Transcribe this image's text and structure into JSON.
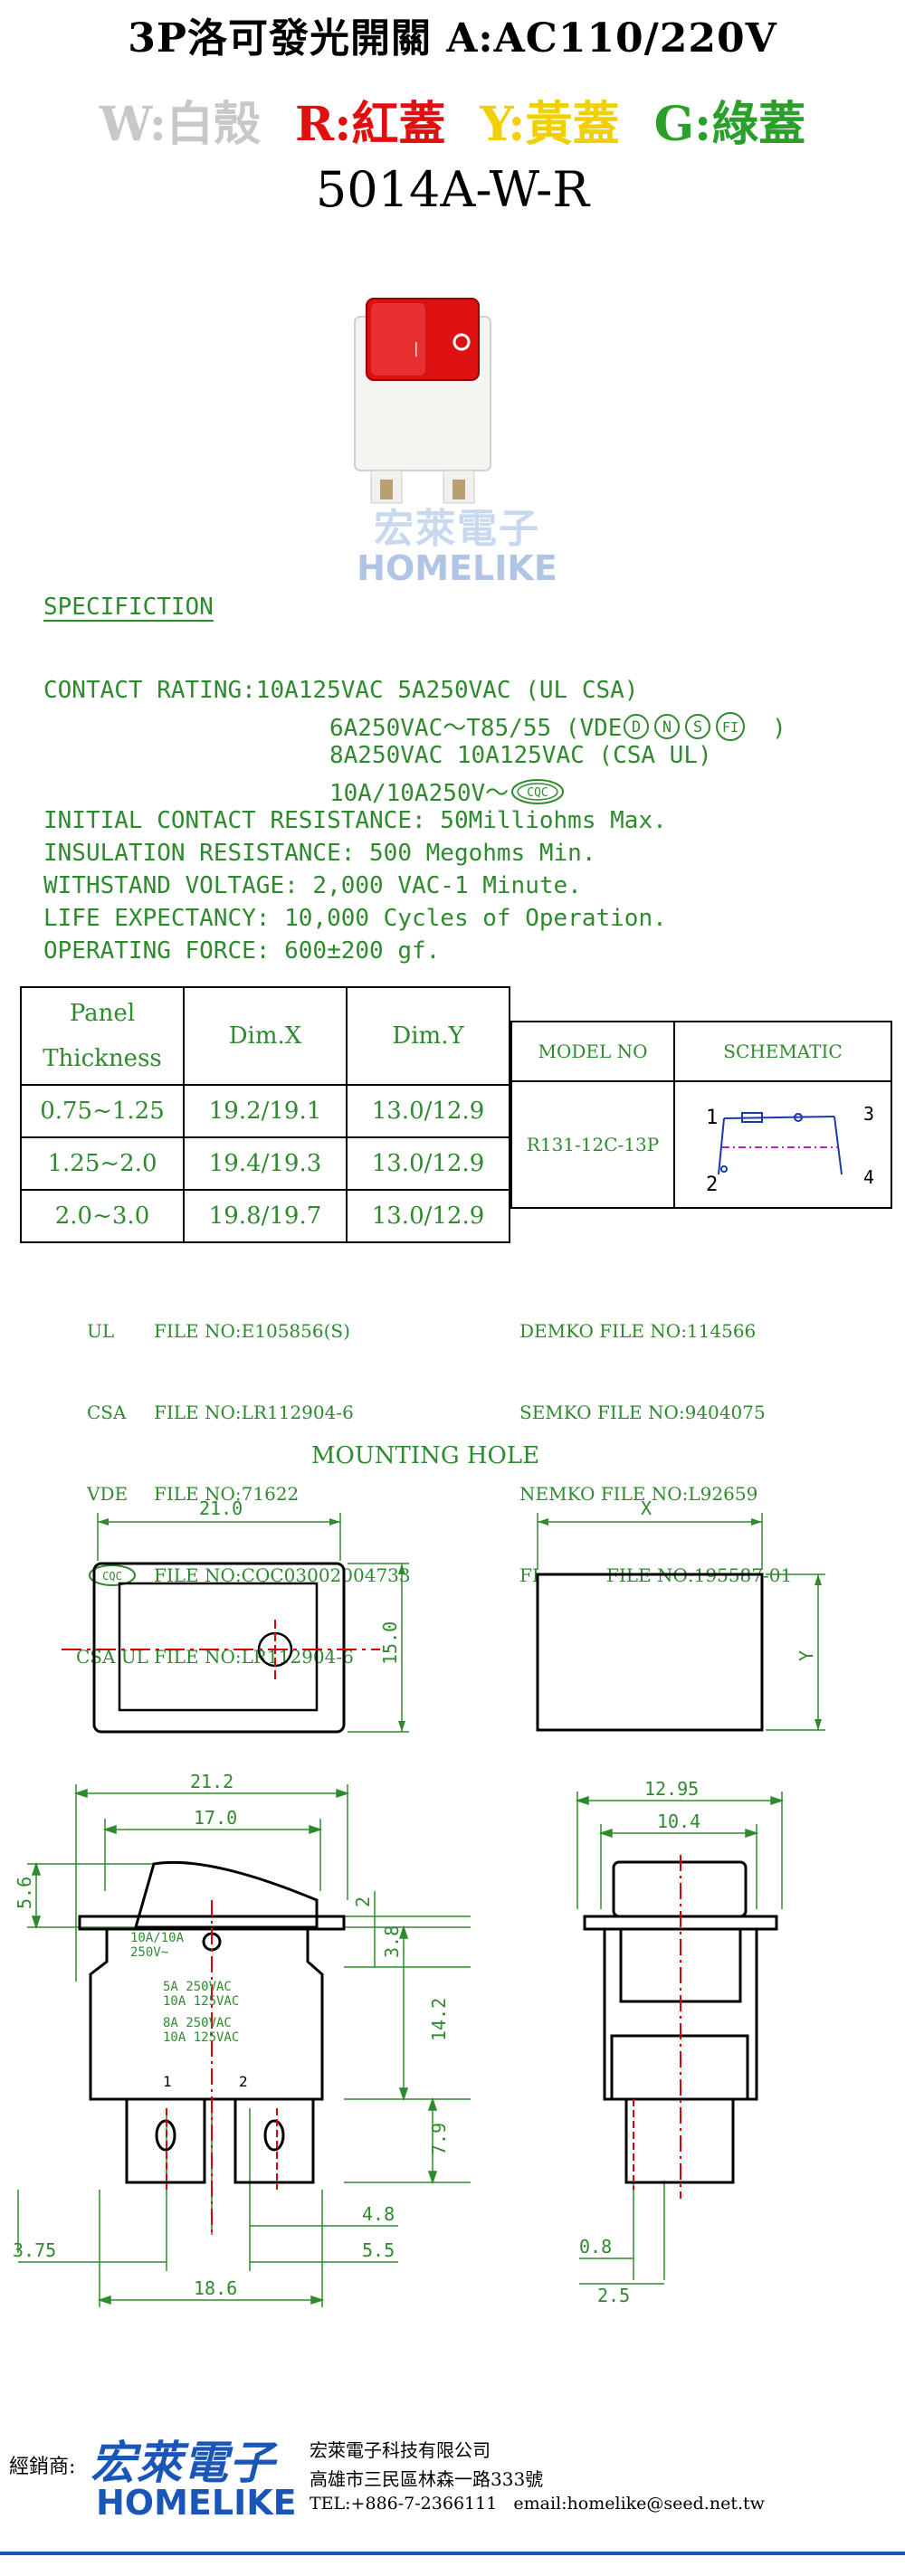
{
  "header": {
    "line1": "3P洛可發光開關 A:AC110/220V",
    "colors": [
      {
        "text": "W:白殼",
        "color": "#c8c8c8"
      },
      {
        "text": "R:紅蓋",
        "color": "#e01010"
      },
      {
        "text": "Y:黃蓋",
        "color": "#f0d000"
      },
      {
        "text": "G:綠蓋",
        "color": "#2aa02a"
      }
    ],
    "model": "5014A-W-R"
  },
  "logo": {
    "cn": "宏萊電子",
    "en": "HOMELIKE"
  },
  "spec": {
    "heading": "SPECIFICTION",
    "lines": [
      "CONTACT RATING:10A125VAC 5A250VAC (UL CSA)",
      "6A250VAC～T85/55 (VDE",
      "8A250VAC 10A125VAC (CSA UL)",
      "10A/10A250V～",
      "INITIAL CONTACT RESISTANCE: 50Milliohms Max.",
      "INSULATION RESISTANCE: 500 Megohms Min.",
      "WITHSTAND VOLTAGE: 2,000 VAC-1 Minute.",
      "LIFE EXPECTANCY: 10,000 Cycles of Operation.",
      "OPERATING FORCE: 600±200 gf."
    ],
    "marks": [
      "D",
      "N",
      "S",
      "FI"
    ],
    "cqc": "CQC"
  },
  "dims": {
    "headers": [
      "Panel Thickness",
      "Dim.X",
      "Dim.Y"
    ],
    "rows": [
      [
        "0.75~1.25",
        "19.2/19.1",
        "13.0/12.9"
      ],
      [
        "1.25~2.0",
        "19.4/19.3",
        "13.0/12.9"
      ],
      [
        "2.0~3.0",
        "19.8/19.7",
        "13.0/12.9"
      ]
    ]
  },
  "model_table": {
    "headers": [
      "MODEL NO",
      "SCHEMATIC"
    ],
    "model": "R131-12C-13P",
    "pins": [
      "1",
      "2",
      "3",
      "4"
    ]
  },
  "files_left": [
    {
      "agency": "UL",
      "file": "FILE NO:E105856(S)"
    },
    {
      "agency": "CSA",
      "file": "FILE NO:LR112904-6"
    },
    {
      "agency": "VDE",
      "file": "FILE NO:71622"
    },
    {
      "agency": "CQC",
      "file": "FILE NO:CQC03002004733"
    },
    {
      "agency": "CSA UL",
      "file": "FILE NO:LR112904-6"
    }
  ],
  "files_right": [
    {
      "agency": "DEMKO",
      "file": "FILE NO:114566"
    },
    {
      "agency": "SEMKO",
      "file": "FILE NO:9404075"
    },
    {
      "agency": "NEMKO",
      "file": "FILE NO:L92659"
    },
    {
      "agency": "FI",
      "file": "FILE NO:195587-01"
    }
  ],
  "mounting": {
    "title": "MOUNTING HOLE",
    "front_w": "21.0",
    "front_h": "15.0",
    "side_x": "X",
    "side_y": "Y"
  },
  "drawing": {
    "w_overall": "21.2",
    "w_body": "17.0",
    "h_rocker": "5.6",
    "h_flange": "2",
    "h_step": "3.8",
    "h_body": "14.2",
    "h_term": "7.9",
    "pitch": "4.8",
    "term_off": "5.5",
    "left_off": "3.75",
    "base_w": "18.6",
    "side_w": "12.95",
    "side_inner": "10.4",
    "term_t": "0.8",
    "term_w": "2.5",
    "body_text": [
      "10A/10A",
      "250V~",
      "5A   250VAC",
      "10A  125VAC",
      "8A   250VAC",
      "10A  125VAC"
    ],
    "term_nums": [
      "1",
      "2"
    ]
  },
  "footer": {
    "dealer_label": "經銷商:",
    "brand_cn": "宏萊電子",
    "brand_en": "HOMELIKE",
    "company": "宏萊電子科技有限公司",
    "address": "高雄市三民區林森一路333號",
    "contact": "TEL:+886-7-2366111   email:homelike@seed.net.tw"
  }
}
